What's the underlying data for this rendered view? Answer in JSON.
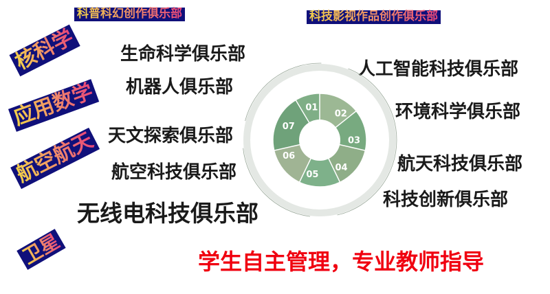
{
  "top_labels": {
    "left": "科普科幻创作俱乐部",
    "right": "科技影视作品创作俱乐部"
  },
  "rotated_labels": [
    "核科学",
    "应用数学",
    "航空航天",
    "卫星"
  ],
  "left_clubs": [
    "生命科学俱乐部",
    "机器人俱乐部",
    "天文探索俱乐部",
    "航空科技俱乐部",
    "无线电科技俱乐部"
  ],
  "right_clubs": [
    "人工智能科技俱乐部",
    "环境科学俱乐部",
    "航天科技俱乐部",
    "科技创新俱乐部"
  ],
  "slogan": "学生自主管理，专业教师指导",
  "pinwheel": {
    "petals": [
      "01",
      "02",
      "03",
      "04",
      "05",
      "06",
      "07"
    ],
    "colors": [
      "#7fae86",
      "#9cb894",
      "#78aa80",
      "#8fae88",
      "#7eb18a",
      "#a0b494",
      "#6fa27a"
    ]
  },
  "colors": {
    "tag_bg": "#10107a",
    "slogan": "#f00010"
  }
}
